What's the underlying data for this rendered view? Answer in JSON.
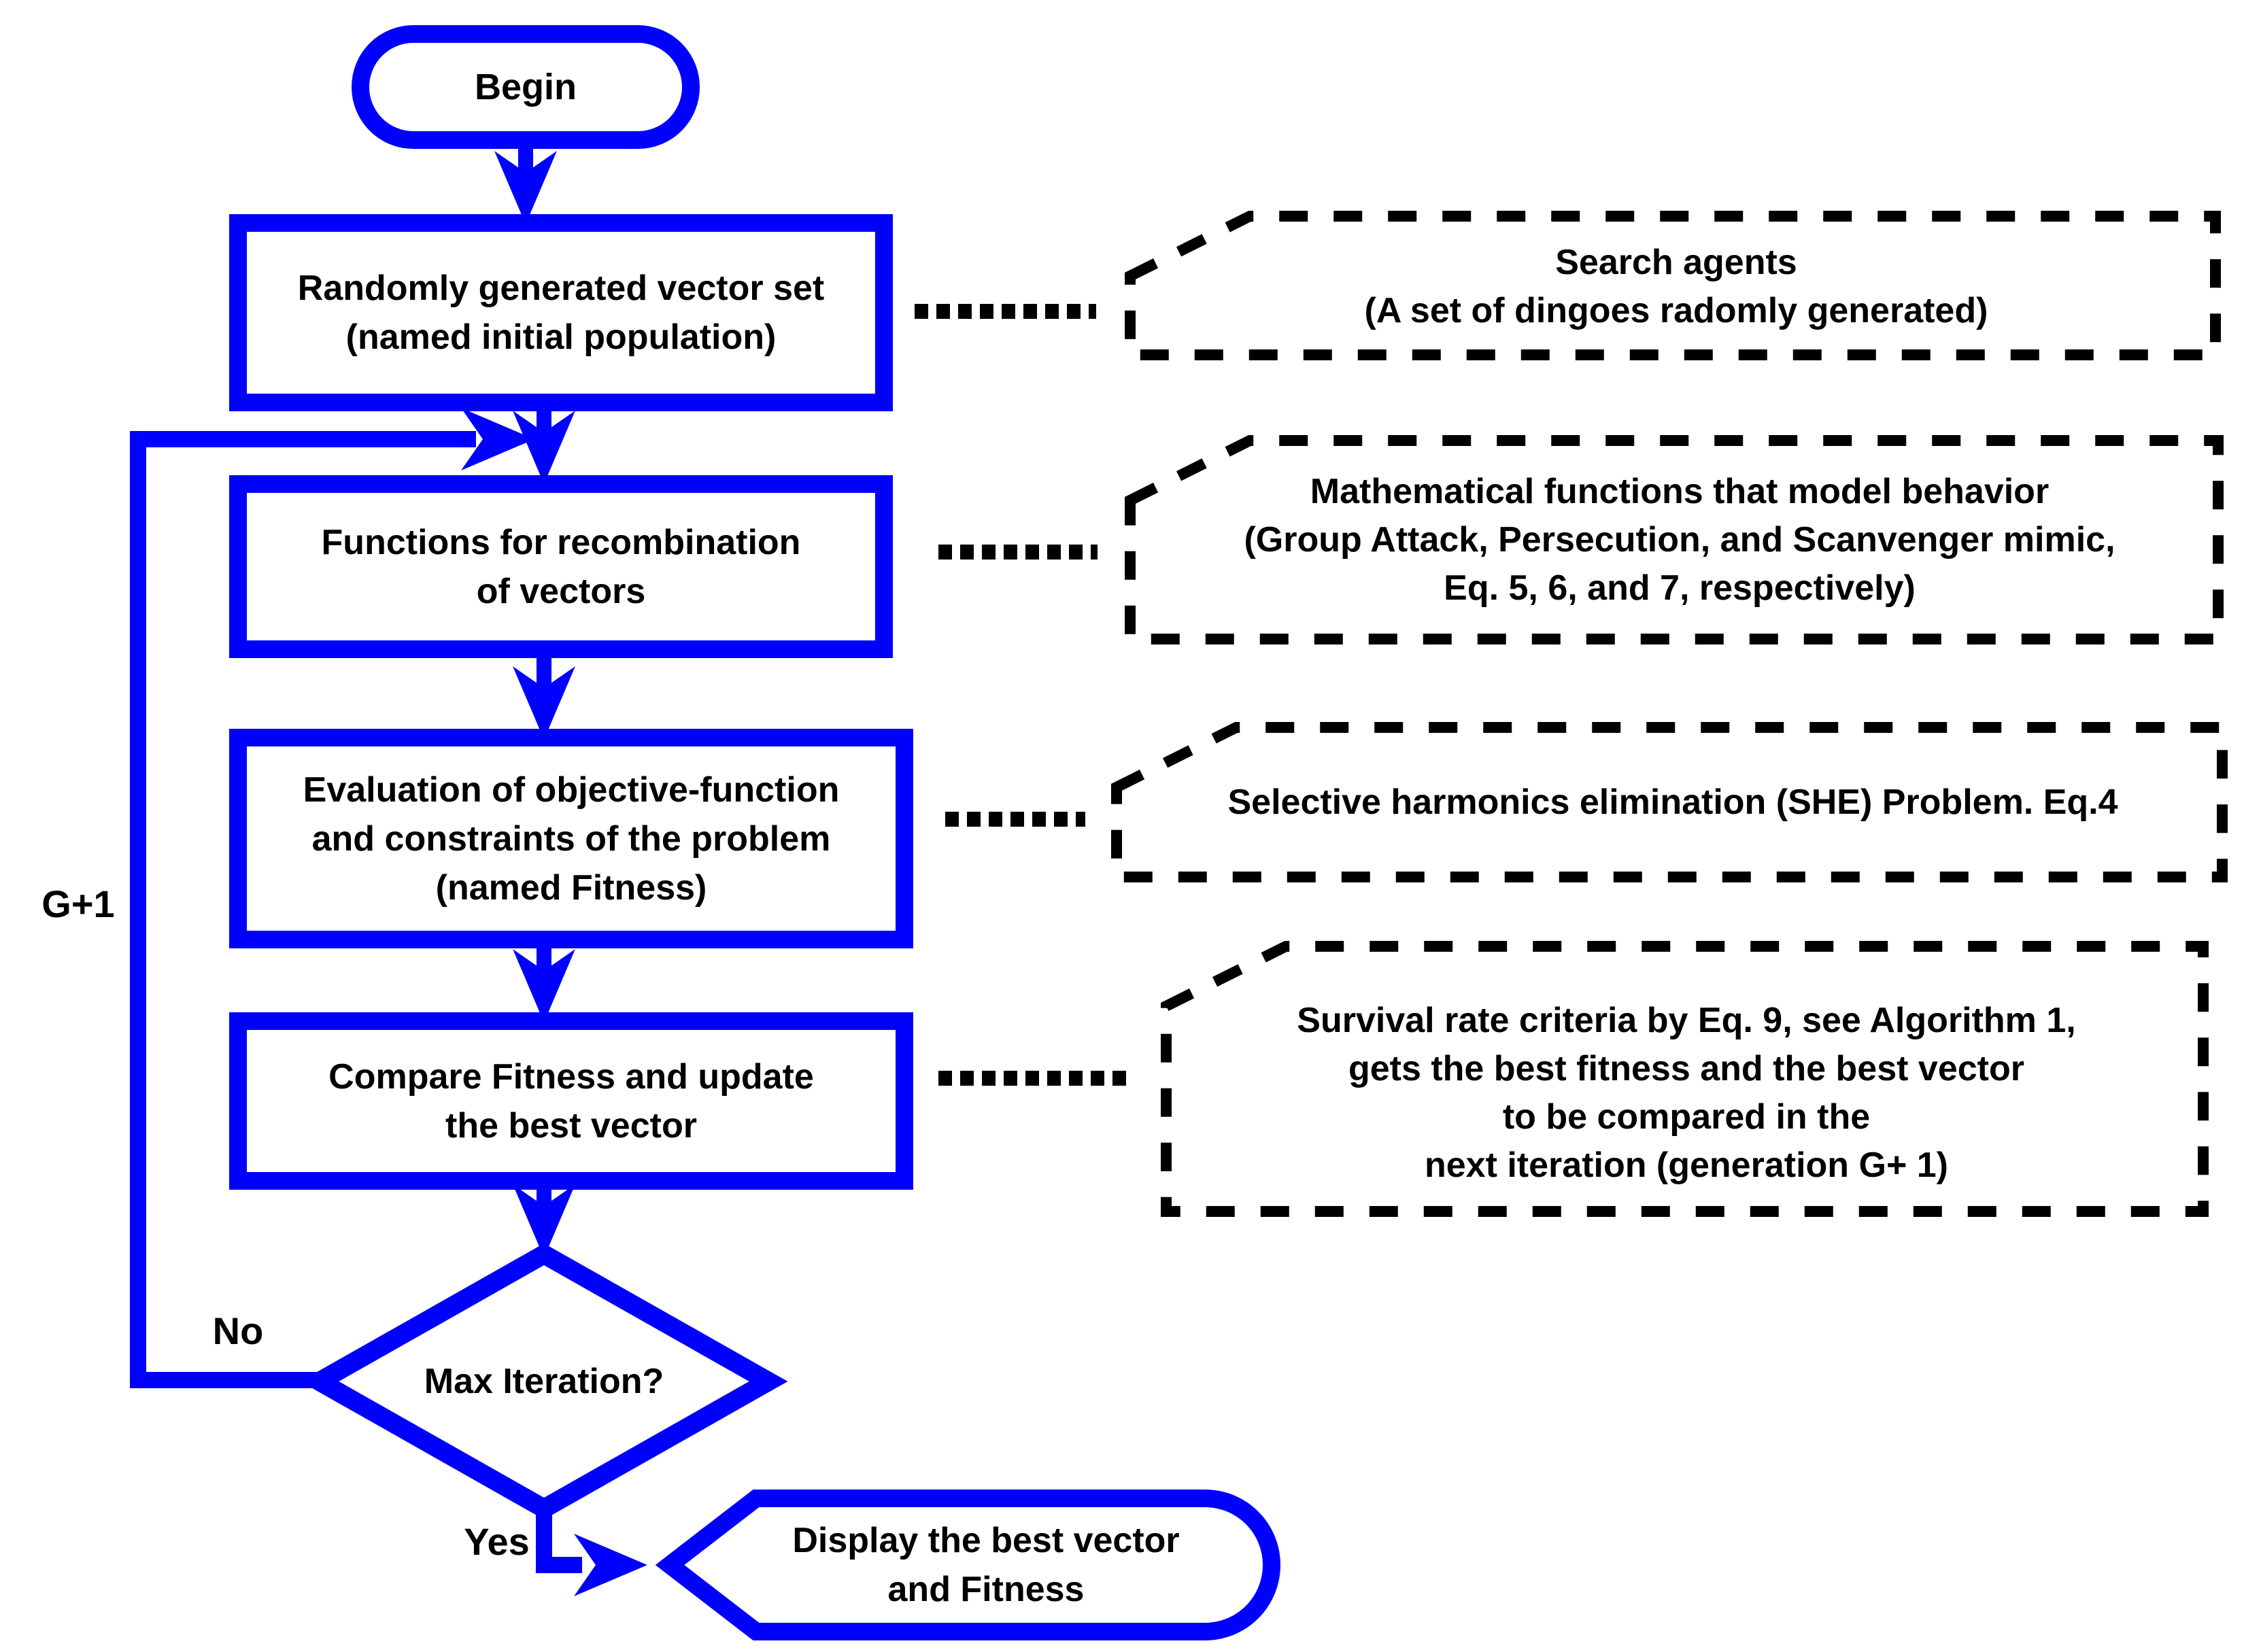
{
  "colors": {
    "flow": "#0000ff",
    "ink": "#000000",
    "background": "#ffffff"
  },
  "nodes": {
    "begin": {
      "label": "Begin",
      "type": "terminator"
    },
    "init_population": {
      "label": "Randomly generated vector set\n(named initial population)",
      "type": "process"
    },
    "recombination": {
      "label": "Functions for recombination\nof vectors",
      "type": "process"
    },
    "evaluation": {
      "label": "Evaluation of objective-function\nand constraints of the problem\n(named Fitness)",
      "type": "process"
    },
    "compare": {
      "label": "Compare Fitness and update\nthe best vector",
      "type": "process"
    },
    "max_iteration": {
      "label": "Max Iteration?",
      "type": "decision"
    },
    "display": {
      "label": "Display the best vector\nand Fitness",
      "type": "display"
    }
  },
  "annotations": [
    {
      "text": "Search agents\n(A set of dingoes radomly generated)"
    },
    {
      "text": "Mathematical functions that model behavior\n(Group Attack, Persecution, and Scanvenger mimic,\nEq. 5, 6, and 7, respectively)"
    },
    {
      "text": "Selective harmonics elimination (SHE) Problem. Eq.4"
    },
    {
      "text": "Survival rate criteria by Eq. 9, see Algorithm 1,\ngets the best fitness and the best vector\nto be compared in the\nnext iteration (generation G+ 1)"
    }
  ],
  "edge_labels": {
    "loop": "G+1",
    "no": "No",
    "yes": "Yes"
  }
}
